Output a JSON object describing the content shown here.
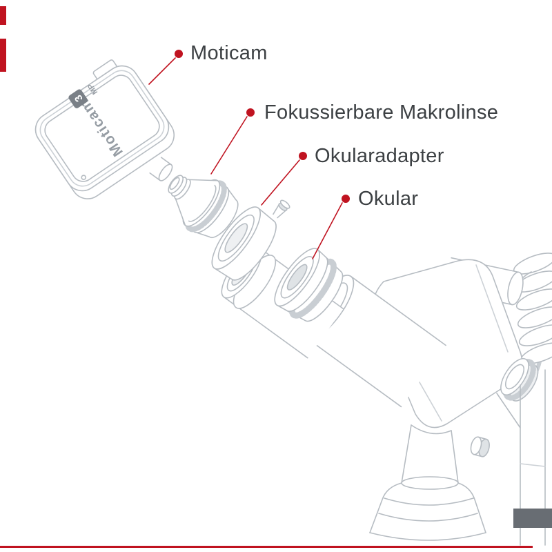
{
  "style": {
    "accent_red": "#c01320",
    "line_gray": "#b6bcc2",
    "label_text_color": "#3c4043"
  },
  "labels": [
    {
      "id": "moticam",
      "text": "Moticam"
    },
    {
      "id": "makrolinse",
      "text": "Fokussierbare Makrolinse"
    },
    {
      "id": "okularadapter",
      "text": "Okularadapter"
    },
    {
      "id": "okular",
      "text": "Okular"
    }
  ],
  "camera": {
    "brand": "Moticam",
    "badge_value": "3",
    "badge_unit": "MP"
  }
}
